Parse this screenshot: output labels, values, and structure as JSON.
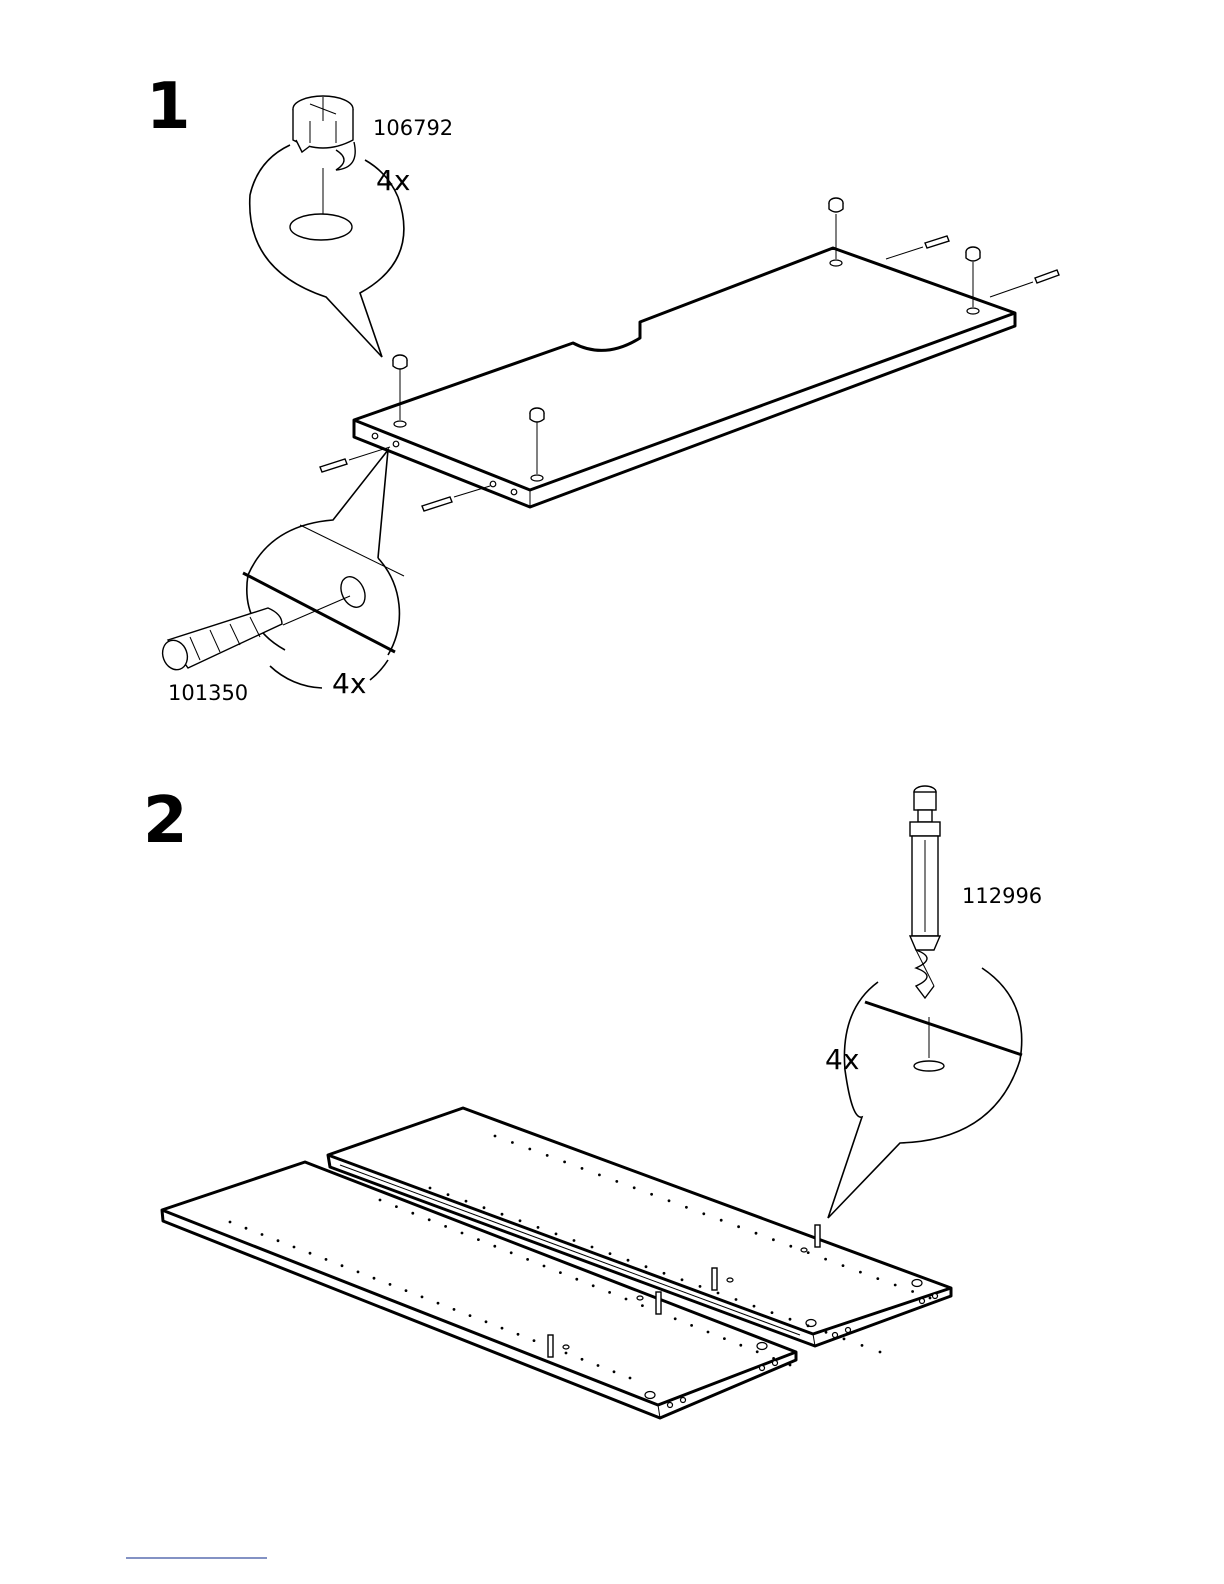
{
  "steps": [
    {
      "number": "1",
      "callouts": [
        {
          "part_number": "106792",
          "quantity": "4x",
          "part_icon": "cam-lock-icon"
        },
        {
          "part_number": "101350",
          "quantity": "4x",
          "part_icon": "wooden-dowel-icon"
        }
      ]
    },
    {
      "number": "2",
      "callouts": [
        {
          "part_number": "112996",
          "quantity": "4x",
          "part_icon": "cam-bolt-icon"
        }
      ]
    }
  ]
}
